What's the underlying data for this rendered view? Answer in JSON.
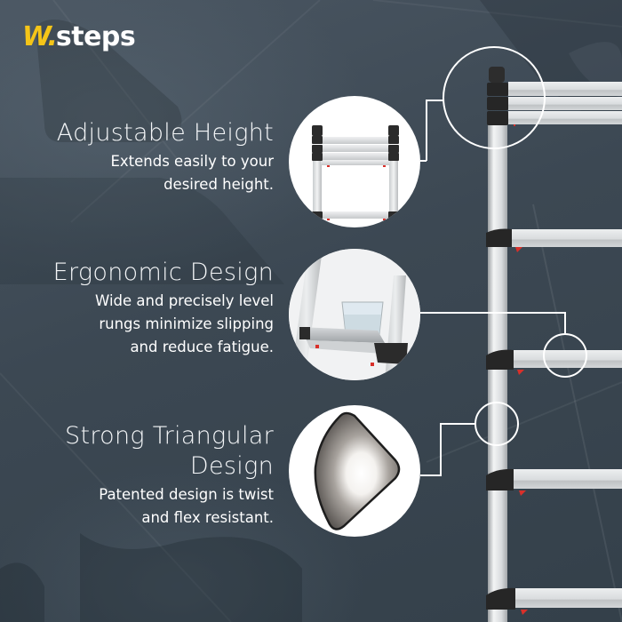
{
  "brand": {
    "logo_mark": "W.",
    "logo_text": "steps",
    "accent_color": "#f5c518"
  },
  "features": [
    {
      "title": "Adjustable Height",
      "description_lines": [
        "Extends easily to your",
        "desired height."
      ],
      "thumbnail": "telescoping-ladder-collapsed-image"
    },
    {
      "title": "Ergonomic Design",
      "description_lines": [
        "Wide and precisely level",
        "rungs minimize slipping",
        "and reduce fatigue."
      ],
      "thumbnail": "ladder-rung-with-glass-of-water-image"
    },
    {
      "title_lines": [
        "Strong Triangular",
        "Design"
      ],
      "description_lines": [
        "Patented design is twist",
        "and flex resistant."
      ],
      "thumbnail": "triangular-rail-cross-section-image"
    }
  ],
  "colors": {
    "background": "#3c4853",
    "callout_line": "#ffffff",
    "rail_silver": "#d9dcde",
    "joint_black": "#2a2a2a",
    "detail_red": "#d9302a"
  }
}
